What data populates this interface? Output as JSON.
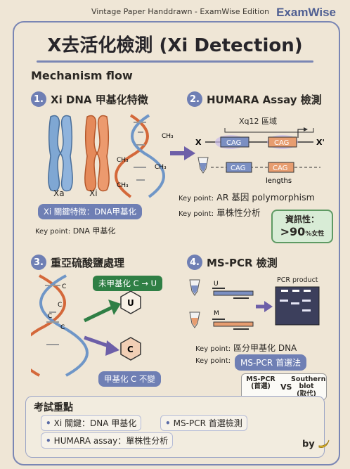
{
  "header": {
    "edition": "Vintage Paper Handdrawn - ExamWise Edition",
    "brand": "ExamWise"
  },
  "title": "X去活化檢測 (Xi Detection)",
  "mechanism_heading": "Mechanism flow",
  "step1": {
    "num": "1.",
    "title": "Xi DNA 甲基化特徵",
    "label_xa": "Xa",
    "label_xi": "Xi",
    "methyl": "CH₃",
    "pill": "Xi 關鍵特徵：DNA甲基化",
    "kp_prefix": "Key point:",
    "kp_text": "DNA 甲基化"
  },
  "step2": {
    "num": "2.",
    "title": "HUMARA Assay 檢測",
    "region": "Xq12 區域",
    "x_left": "X",
    "x_right": "X'",
    "cag": "CAG",
    "lengths": "lengths",
    "kp1_prefix": "Key point:",
    "kp1_text": "AR 基因 polymorphism",
    "kp2_prefix": "Key point:",
    "kp2_text": "單株性分析",
    "info_title": "資訊性：",
    "info_value": ">90",
    "info_unit": "%女性"
  },
  "step3": {
    "num": "3.",
    "title": "重亞硫酸鹽處理",
    "c": "C",
    "u": "U",
    "green": "未甲基化 C → U",
    "pill": "甲基化 C 不變"
  },
  "step4": {
    "num": "4.",
    "title": "MS-PCR 檢測",
    "pcr_product": "PCR product",
    "primer_u": "U",
    "primer_m": "M",
    "kp1_prefix": "Key point:",
    "kp1_text": "區分甲基化 DNA",
    "kp2_prefix": "Key point:",
    "kp2_pill": "MS-PCR 首選法",
    "compare_left": "MS-PCR\n(首選)",
    "compare_vs": "VS",
    "compare_right": "Southern\nblot\n(取代)"
  },
  "review": {
    "title": "考試重點",
    "items": [
      "Xi 關鍵：DNA 甲基化",
      "MS-PCR 首選檢測",
      "HUMARA assay：單株性分析"
    ]
  },
  "byline": "by",
  "colors": {
    "accent": "#6f7fb4",
    "chromosome_blue": "#7fa7d3",
    "chromosome_orange": "#e58a5a",
    "green": "#2f7f45",
    "purple_arrow": "#6d5fa8"
  },
  "icons": [
    "dna-helix-icon",
    "chromosome-icon",
    "pcr-tube-icon",
    "gel-icon",
    "arrow-icon",
    "banana-icon"
  ]
}
